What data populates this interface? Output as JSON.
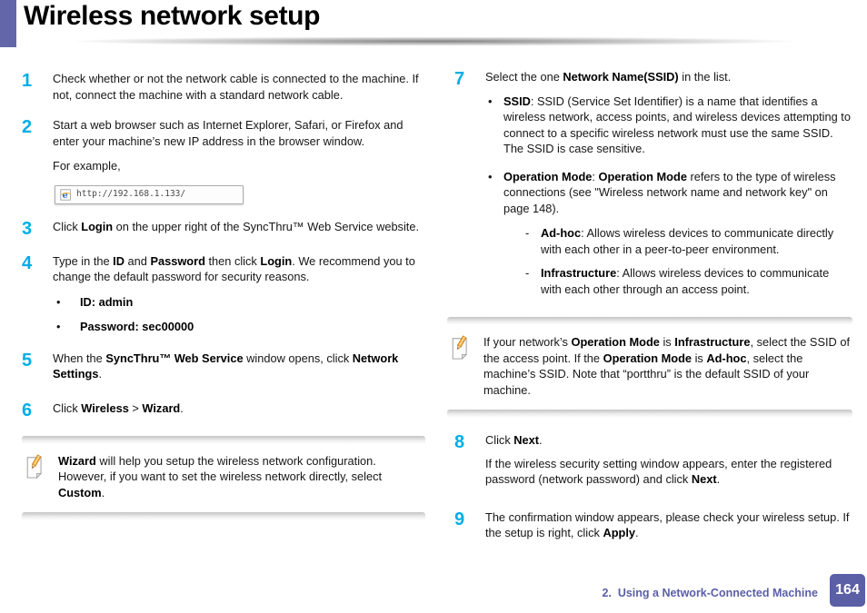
{
  "title": "Wireless network setup",
  "colors": {
    "accent_purple": "#6366a8",
    "footer_purple": "#5b5fa6",
    "step_number_cyan": "#00aee4"
  },
  "icons": {
    "note": "pencil-note-icon",
    "browser": "ie-browser-icon"
  },
  "glyphs": {
    "bullet": "•",
    "dash": "-"
  },
  "left": {
    "step1": {
      "num": "1",
      "text": [
        "Check whether or not the network cable is connected to the machine. If not, connect the machine with a standard network cable."
      ]
    },
    "step2": {
      "num": "2",
      "text": [
        "Start a web browser such as Internet Explorer, Safari, or Firefox and enter your machine’s new IP address in the browser window."
      ],
      "example": "For example,",
      "url": "http://192.168.1.133/"
    },
    "step3": {
      "num": "3",
      "text": [
        "Click ",
        {
          "b": "Login"
        },
        " on the upper right of the SyncThru™ Web Service website."
      ]
    },
    "step4": {
      "num": "4",
      "text": [
        "Type in the ",
        {
          "b": "ID"
        },
        " and ",
        {
          "b": "Password"
        },
        " then click ",
        {
          "b": "Login"
        },
        ". We recommend you to change the default password for security reasons."
      ],
      "bullets": [
        [
          {
            "b": "ID: admin"
          }
        ],
        [
          {
            "b": "Password: sec00000"
          }
        ]
      ]
    },
    "step5": {
      "num": "5",
      "text": [
        "When the ",
        {
          "b": "SyncThru™ Web Service"
        },
        " window opens, click ",
        {
          "b": "Network Settings"
        },
        "."
      ]
    },
    "step6": {
      "num": "6",
      "text": [
        "Click ",
        {
          "b": "Wireless"
        },
        " > ",
        {
          "b": "Wizard"
        },
        "."
      ]
    },
    "note": {
      "text": [
        {
          "b": "Wizard"
        },
        " will help you setup the wireless network configuration. However, if you want to set the wireless network directly, select ",
        {
          "b": "Custom"
        },
        "."
      ]
    }
  },
  "right": {
    "step7": {
      "num": "7",
      "text": [
        "Select the one ",
        {
          "b": "Network Name(SSID)"
        },
        " in the list."
      ],
      "bullet_ssid": [
        {
          "b": "SSID"
        },
        ": SSID (Service Set Identifier) is a name that identifies a wireless network, access points, and wireless devices attempting to connect to a specific wireless network must use the same SSID. The SSID is case sensitive."
      ],
      "bullet_opmode": [
        {
          "b": "Operation Mode"
        },
        ": ",
        {
          "b": "Operation Mode"
        },
        " refers to the type of wireless connections (see \"Wireless network name and network key\" on page 148)."
      ],
      "dash_adhoc": [
        {
          "b": "Ad-hoc"
        },
        ": Allows wireless devices to communicate directly with each other in a peer-to-peer environment."
      ],
      "dash_infra": [
        {
          "b": "Infrastructure"
        },
        ": Allows wireless devices to communicate with each other through an access point."
      ]
    },
    "note": {
      "text": [
        "If your network’s ",
        {
          "b": "Operation Mode"
        },
        " is ",
        {
          "b": "Infrastructure"
        },
        ", select the SSID of the access point. If the ",
        {
          "b": "Operation Mode"
        },
        " is ",
        {
          "b": "Ad-hoc"
        },
        ", select the machine’s SSID. Note that “portthru” is the default SSID of your machine."
      ]
    },
    "step8": {
      "num": "8",
      "text": [
        "Click ",
        {
          "b": "Next"
        },
        "."
      ],
      "para": [
        "If the wireless security setting window appears, enter the registered password (network password) and click ",
        {
          "b": "Next"
        },
        "."
      ]
    },
    "step9": {
      "num": "9",
      "text": [
        "The confirmation window appears, please check your wireless setup. If the setup is right, click ",
        {
          "b": "Apply"
        },
        "."
      ]
    }
  },
  "footer": {
    "section": "2.  Using a Network-Connected Machine",
    "page_number": "164"
  }
}
